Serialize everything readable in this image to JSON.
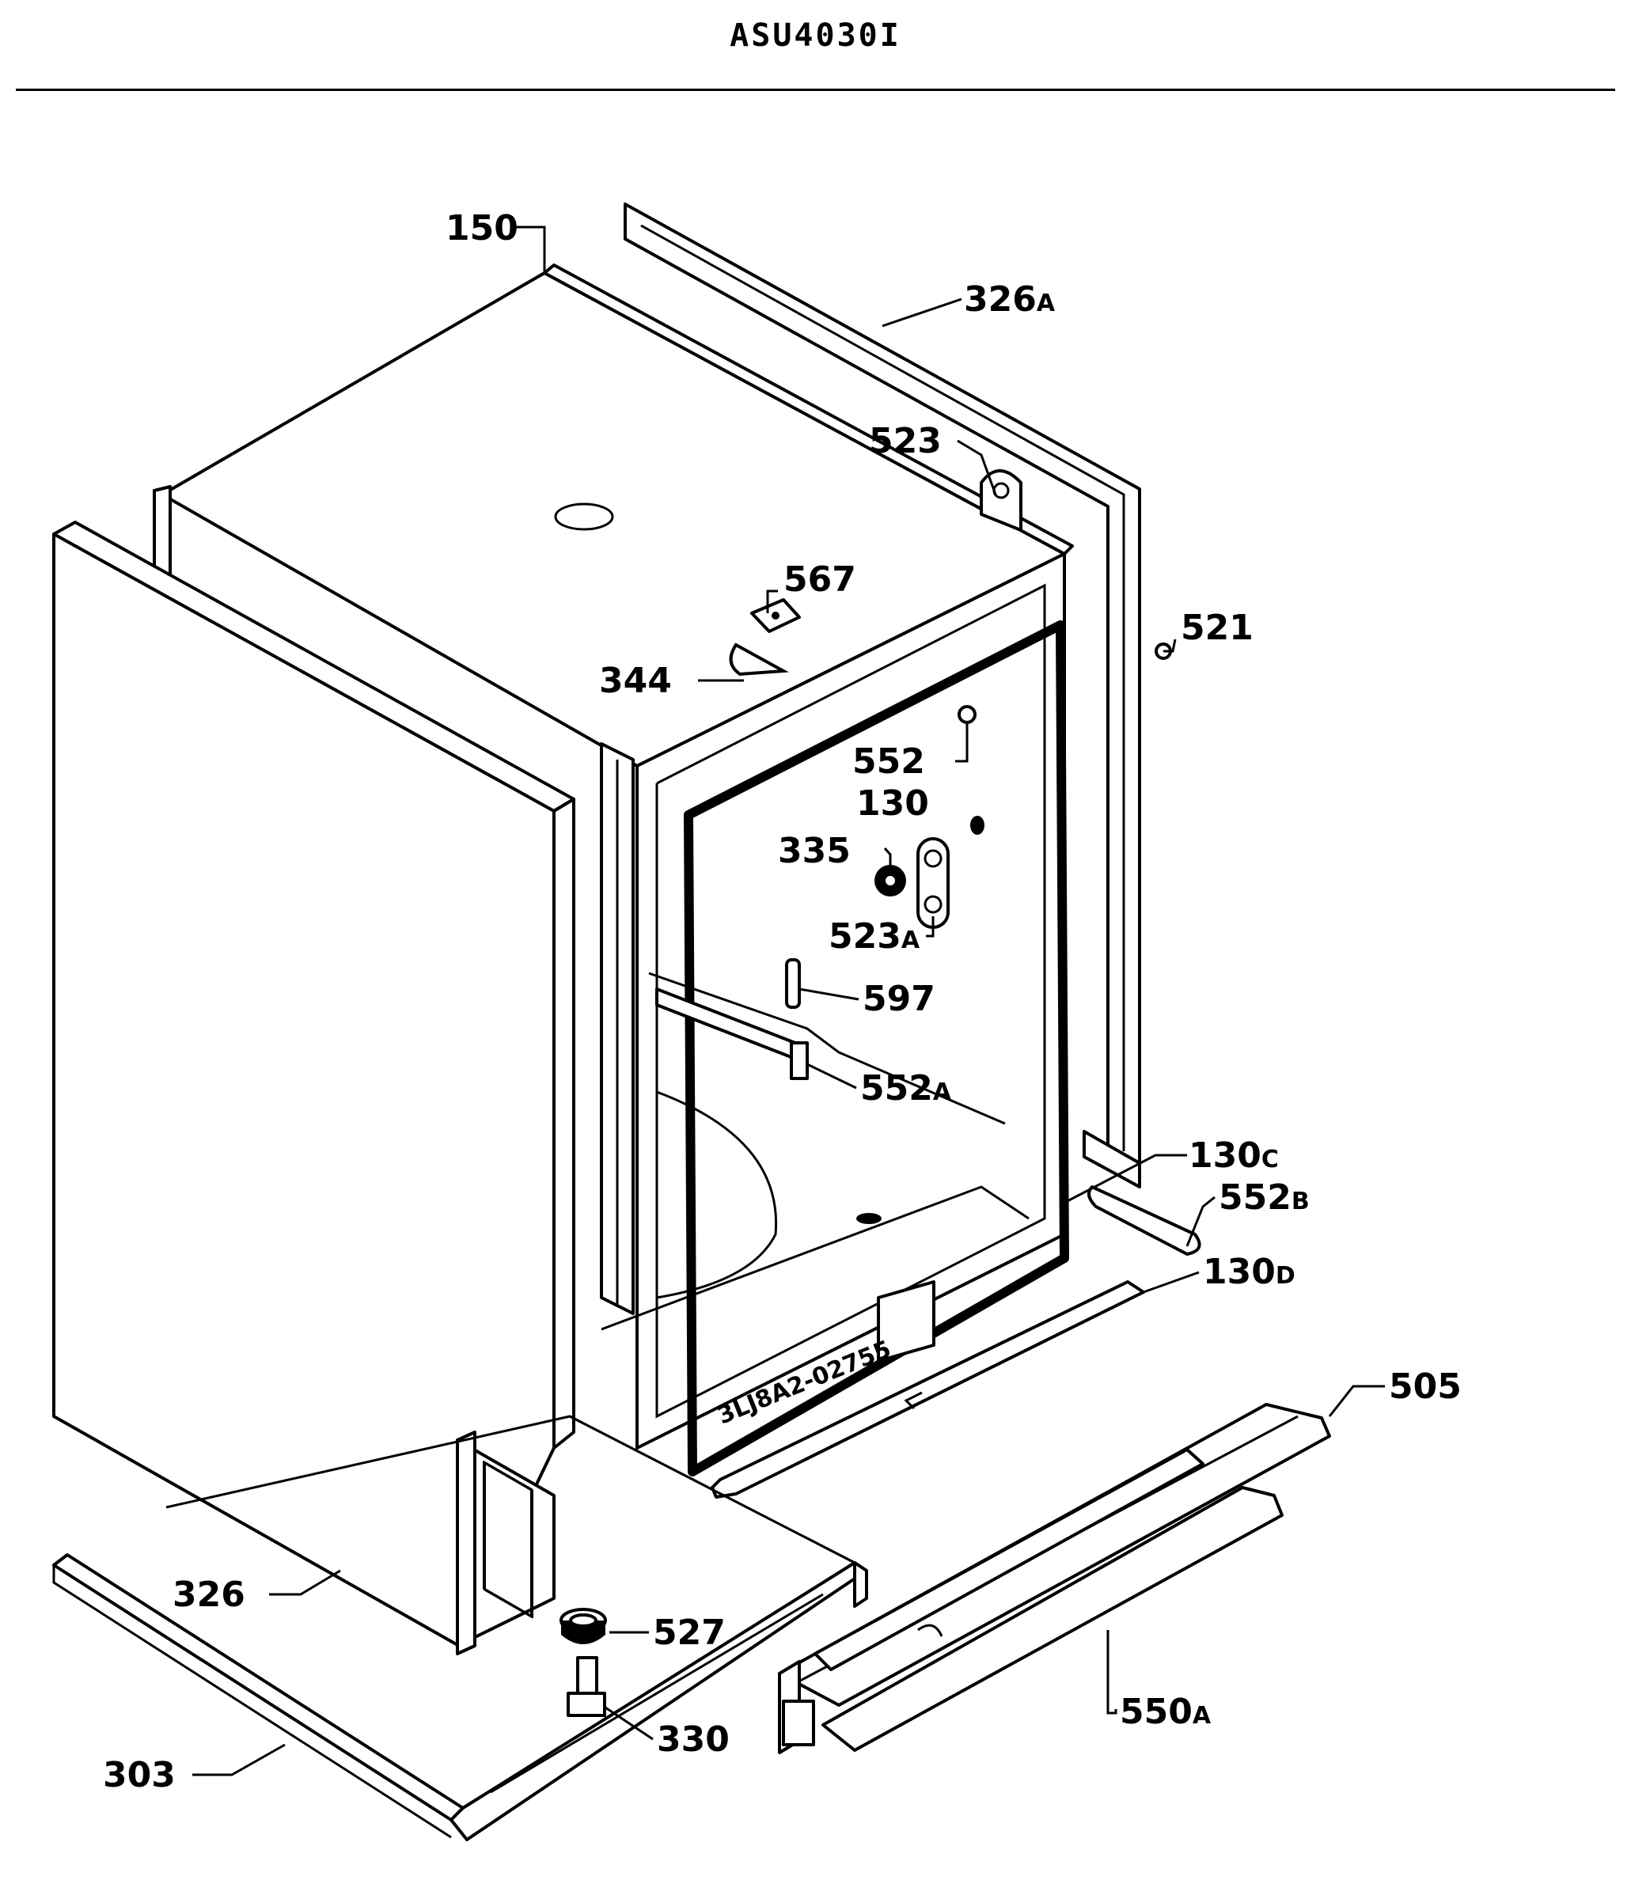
{
  "title": "ASU4030I",
  "serial_mark": "3LJ8A2-02755",
  "callouts": [
    {
      "id": "150",
      "text": "150",
      "suffix": ""
    },
    {
      "id": "326a",
      "text": "326",
      "suffix": "A"
    },
    {
      "id": "523",
      "text": "523",
      "suffix": ""
    },
    {
      "id": "567",
      "text": "567",
      "suffix": ""
    },
    {
      "id": "521",
      "text": "521",
      "suffix": ""
    },
    {
      "id": "344",
      "text": "344",
      "suffix": ""
    },
    {
      "id": "552",
      "text": "552",
      "suffix": ""
    },
    {
      "id": "130",
      "text": "130",
      "suffix": ""
    },
    {
      "id": "335",
      "text": "335",
      "suffix": ""
    },
    {
      "id": "523a",
      "text": "523",
      "suffix": "A"
    },
    {
      "id": "597",
      "text": "597",
      "suffix": ""
    },
    {
      "id": "552a",
      "text": "552",
      "suffix": "A"
    },
    {
      "id": "130c",
      "text": "130",
      "suffix": "C"
    },
    {
      "id": "552b",
      "text": "552",
      "suffix": "B"
    },
    {
      "id": "130d",
      "text": "130",
      "suffix": "D"
    },
    {
      "id": "505",
      "text": "505",
      "suffix": ""
    },
    {
      "id": "326",
      "text": "326",
      "suffix": ""
    },
    {
      "id": "527",
      "text": "527",
      "suffix": ""
    },
    {
      "id": "550a",
      "text": "550",
      "suffix": "A"
    },
    {
      "id": "330",
      "text": "330",
      "suffix": ""
    },
    {
      "id": "303",
      "text": "303",
      "suffix": ""
    }
  ]
}
